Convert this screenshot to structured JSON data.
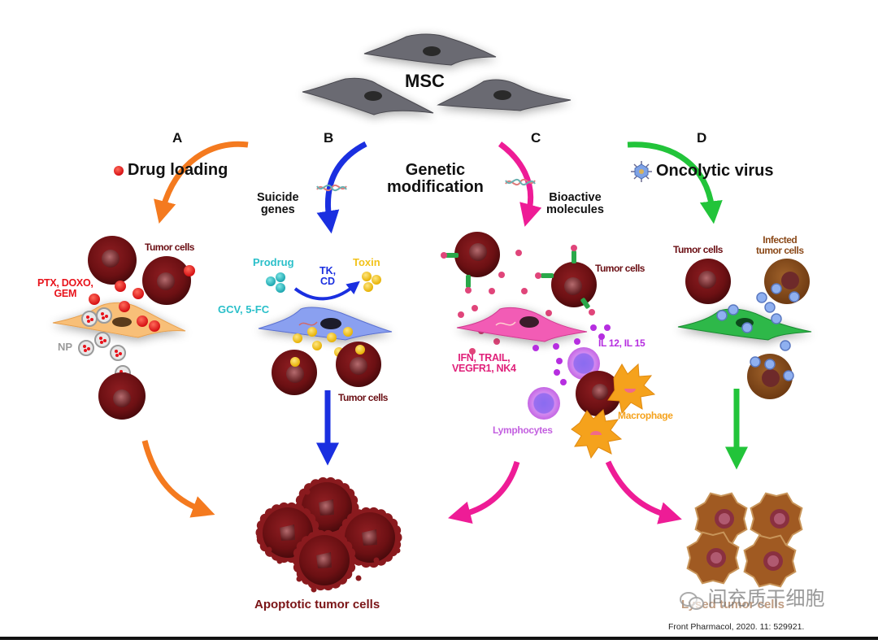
{
  "title": "MSC",
  "colors": {
    "orange": "#f47a1f",
    "blue": "#1a2fe0",
    "magenta": "#ee1c96",
    "green": "#22c43a",
    "tumor": "#7a1416",
    "tumor_text": "#6b0f14",
    "drug_red": "#e8131b",
    "prodrug_cyan": "#29bfc9",
    "toxin_yellow": "#f2c21a",
    "cytokine_pink": "#e0217a",
    "interleukin_purple": "#b62ee0",
    "lymphocyte_purple": "#c35fe0",
    "macrophage_orange": "#f5a21c",
    "infected_brown": "#8b4a1a",
    "np_gray": "#9a9a9a"
  },
  "routes": [
    {
      "letter": "A",
      "title": "Drug loading",
      "icon": "drug-dot-icon"
    },
    {
      "letter": "B",
      "title": "Suicide genes",
      "icon": "dna-icon"
    },
    {
      "letter": "C",
      "title": "Bioactive molecules",
      "icon": "dna-icon"
    },
    {
      "letter": "D",
      "title": "Oncolytic virus",
      "icon": "virus-icon"
    }
  ],
  "center_label": [
    "Genetic",
    "modification"
  ],
  "panel_a": {
    "tumor_label": "Tumor cells",
    "drugs": [
      "PTX, DOXO,",
      "GEM"
    ],
    "np_label": "NP"
  },
  "panel_b": {
    "prodrug": "Prodrug",
    "enzymes": [
      "TK,",
      "CD"
    ],
    "toxin": "Toxin",
    "prodrug_examples": "GCV, 5-FC",
    "tumor_label": "Tumor cells",
    "suicide_label": [
      "Suicide",
      "genes"
    ]
  },
  "panel_c": {
    "bioactive_label": [
      "Bioactive",
      "molecules"
    ],
    "tumor_label": "Tumor cells",
    "cytokines": [
      "IFN, TRAIL,",
      "VEGFR1, NK4"
    ],
    "interleukins": "IL 12, IL 15",
    "lymphocytes": "Lymphocytes",
    "macrophage": "Macrophage"
  },
  "panel_d": {
    "tumor_label": "Tumor cells",
    "infected_label": [
      "Infected",
      "tumor cells"
    ]
  },
  "outcomes": {
    "apoptotic": "Apoptotic tumor cells",
    "lysed": "Lysed tumor cells"
  },
  "watermark": "间充质干细胞",
  "citation": "Front Pharmacol, 2020. 11: 529921."
}
